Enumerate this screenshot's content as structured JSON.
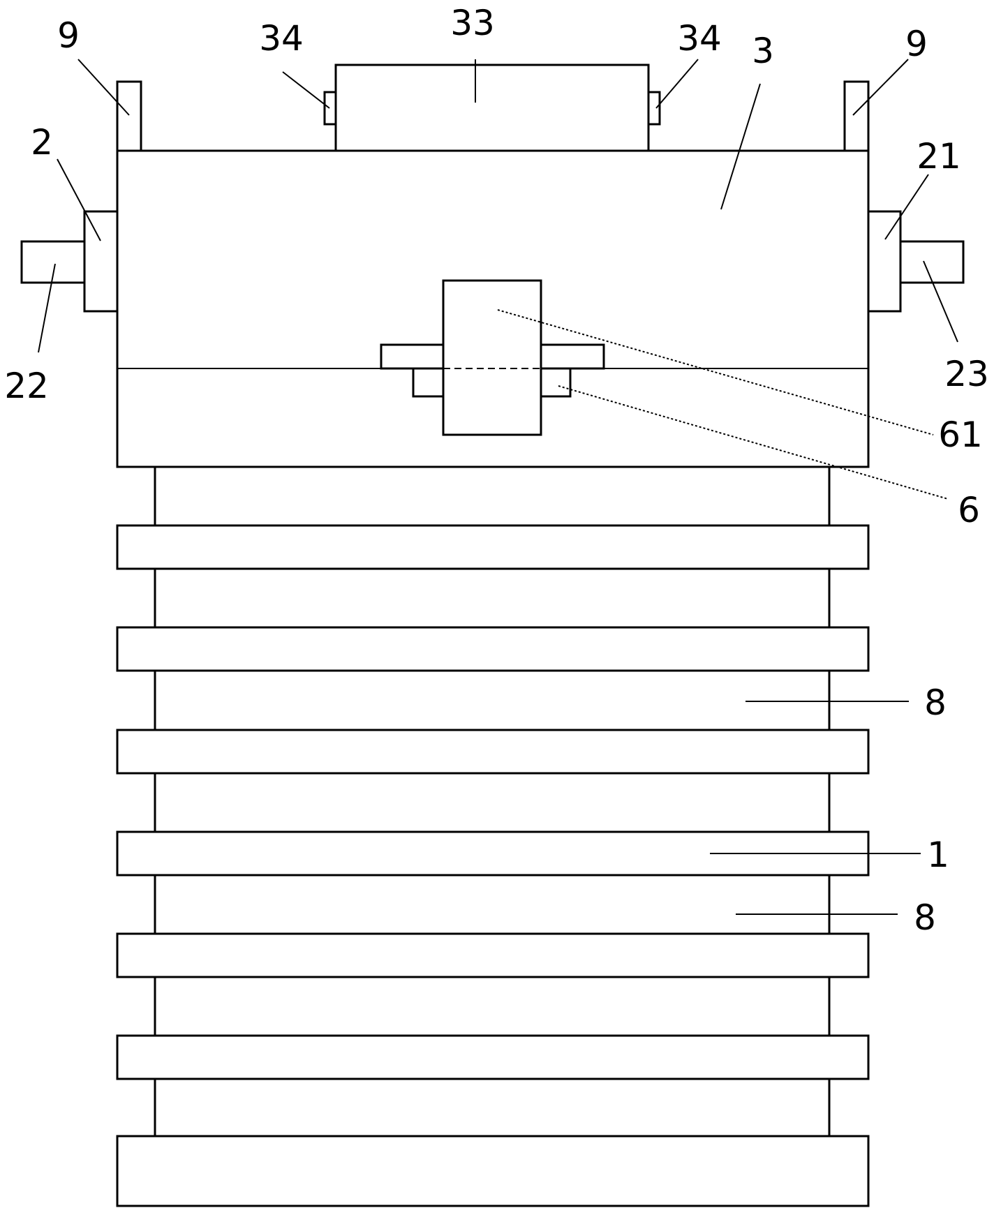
{
  "diagram": {
    "labels": {
      "l9_left": "9",
      "l34_left": "34",
      "l33": "33",
      "l34_right": "34",
      "l3": "3",
      "l9_right": "9",
      "l2": "2",
      "l21": "21",
      "l22": "22",
      "l23": "23",
      "l61": "61",
      "l6": "6",
      "l8_upper": "8",
      "l1": "1",
      "l8_lower": "8"
    },
    "colors": {
      "stroke": "#000000",
      "fill": "#ffffff"
    }
  }
}
